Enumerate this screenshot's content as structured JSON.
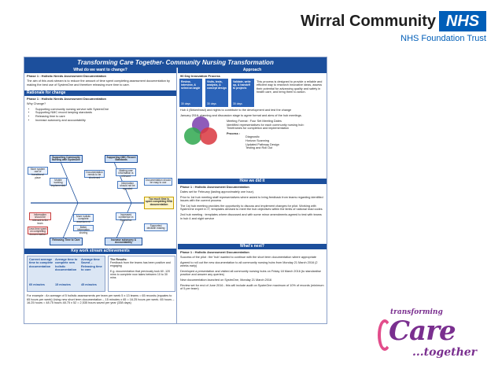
{
  "org": {
    "name": "Wirral Community",
    "nhs": "NHS",
    "trust": "NHS Foundation Trust"
  },
  "poster": {
    "title": "Transforming Care Together- Community Nursing Transformation",
    "left": {
      "change_header": "What do we want to change?",
      "phase1_title": "Phase 1 : Holistic Needs Assessment Documentation",
      "phase1_text": "The aim of this work stream is to reduce the amount of time spent completing assessment documentation by making the best use of SystemOne and therefore releasing more time to care.",
      "rationale_header": "Rationale for change",
      "rationale_phase": "Phase 1 : Holistic Needs Assessment Documentation",
      "why": "Why Change?",
      "bullets": [
        "Supporting community nursing service with SystemOne",
        "Supporting NMC record keeping standards",
        "Releasing time to care",
        "Increase autonomy and accountability"
      ],
      "fishbone": {
        "head1": "Supporting Community Nursing with SystmOne",
        "head2": "Supporting NMC Record Standards",
        "head3": "Releasing Time to Care",
        "head4": "Increase autonomy & Accountability",
        "effect": "Too much time is spent completing HNA documentation",
        "b1": "More system use of transitional place",
        "b2": "Mobile working implemented",
        "b3": "Documentation needs to be shortened",
        "b4": "Making care information is relevant",
        "b5": "Information should not be repeated",
        "b6": "Information should be relevant to the team",
        "b7": "Documentation should be easy to use",
        "b8": "More holistic complete assessment",
        "b9": "Better information sharing",
        "b10": "Increased confidence in SystmOne",
        "b11": "Less time spent on completing documentation",
        "b12": "Supported decision making"
      },
      "kws_header": "Key work stream achievements",
      "table": {
        "h1": "Current average time to complete documentation",
        "h2": "Average time to complete new holistic documentation",
        "h3": "Average time Saved – Releasing time to care",
        "v1": "60 minutes",
        "v2": "15 minutes",
        "v3": "45 minutes"
      },
      "results_title": "The Results:",
      "results_1": "Feedback from the teams has been positive and engaging",
      "results_2": "E.g. documentation that previously took 60 -120 mins to complete now takes between 10 to 30 mins",
      "example": "For example : An average of 5 holistic assessments per team per week 5 x 13 teams = 65 records (equates to 65 hours per week) Using new short term documentation – 15 minutes x 65 = 16.25 hours per week. 65 hours – 16.25 hours = 48.75 hours 48.75 x 52 = 2,535 hours saved per year (338 days)"
    },
    "right": {
      "approach_header": "Approach",
      "innovation": "90 Day Innovation Process",
      "steps": [
        {
          "text": "Review, interview, & select an angle",
          "days": "30 days"
        },
        {
          "text": "Visits, tests, analysis, & concept design",
          "days": "30 days"
        },
        {
          "text": "Validate, write up, & handoff to projects",
          "days": "30 days"
        }
      ],
      "process_text": "This process is designed to provide a reliable and efficient way to research innovative ideas, assess their potential for advancing quality and safety in health care, and bring them to action.",
      "hub": "Hub 4 (Birkenhead) and nights to contribute to the development and test the change",
      "jan": "January 2016: planning and discussion stage to agree format and aims of the hub meetings.",
      "meeting_format": "Meeting Format : Four Set Meeting Dates",
      "reps": "Identified representatives for each community nursing hub:",
      "timeframes": "Timeframes for completion and implementation",
      "process_label": "Process :",
      "process_items": [
        "Diagnostic",
        "Horizon Scanning",
        "Updated Pathway Design",
        "Testing and Roll Out"
      ],
      "did_header": "How we did it",
      "did_phase": "Phase 1 : Holistic Assessment Documentation",
      "did_1": "Dates set for February (lasting approximately one hour).",
      "did_2": "Prior to 1st hub meeting staff representatives where asked to bring feedback from teams regarding identified issues with the current process",
      "did_3": "The 1st hub meeting provides the opportunity to discuss and implement changes for pilot. Working with SystmOne expert in IT, templates devised to meet the hub objectives within the limits of national read codes",
      "did_4": "2nd hub meeting : templates where discussed and with some minor amendments agreed to test with teams in hub 4 and night service",
      "next_header": "What's next?",
      "next_phase": "Phase 1 : Holistic Assessment Documentation",
      "next_1": "Success of the pilot : the 'hub' wanted to continue with the short term documentation where appropriate",
      "next_2": "Agreed to roll out the new documentation to all community nursing hubs from Monday 21 March 2016 (2 weeks early)",
      "next_3": "Developed a presentation and visited all community nursing hubs on Friday 18 March 2016 (to standardise practice and answer any queries)",
      "next_4": "New documentation launched on SystmOne, Monday 21 March 2016",
      "next_5": "Review set for end of June 2016 - this will include audit on SystmOne maximum of 10% of records (minimum of 5 per team)"
    }
  },
  "care_logo": {
    "small": "transforming",
    "big": "Care",
    "together": "...together"
  },
  "colors": {
    "brand": "#1c4f9c",
    "nhs_blue": "#005eb8",
    "care_purple": "#7a2f8f"
  }
}
